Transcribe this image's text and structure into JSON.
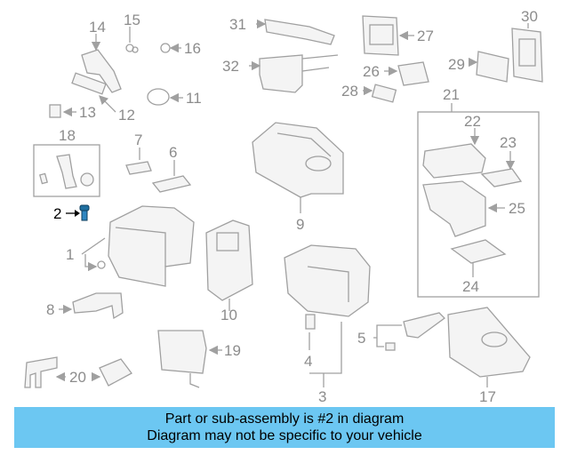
{
  "diagram": {
    "callouts": [
      "1",
      "2",
      "3",
      "4",
      "5",
      "6",
      "7",
      "8",
      "9",
      "10",
      "11",
      "12",
      "13",
      "14",
      "15",
      "16",
      "17",
      "18",
      "19",
      "20",
      "21",
      "22",
      "23",
      "24",
      "25",
      "26",
      "27",
      "28",
      "29",
      "30",
      "31",
      "32"
    ],
    "highlighted_part": "2"
  },
  "banner": {
    "line1": "Part or sub-assembly is #2 in diagram",
    "line2": "Diagram may not be specific to your vehicle"
  },
  "colors": {
    "banner_bg": "#6cc7f2",
    "line_art": "#a0a0a0",
    "highlight_part": "#1f6fa0"
  }
}
